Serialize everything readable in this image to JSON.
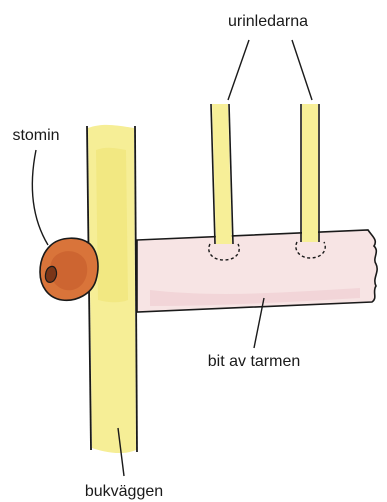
{
  "labels": {
    "ureters": "urinledarna",
    "stoma": "stomin",
    "intestine_segment": "bit av tarmen",
    "abdominal_wall": "bukväggen"
  },
  "colors": {
    "wall_fill": "#f6ee96",
    "wall_fill_dark": "#eee06a",
    "ureter_fill": "#f7ef98",
    "intestine_fill": "#f7e4e4",
    "intestine_shade": "#efcfd3",
    "stoma_outer": "#d9743a",
    "stoma_inner": "#c85f2e",
    "stoma_hole": "#7a3518",
    "outline": "#1a1a1a"
  }
}
